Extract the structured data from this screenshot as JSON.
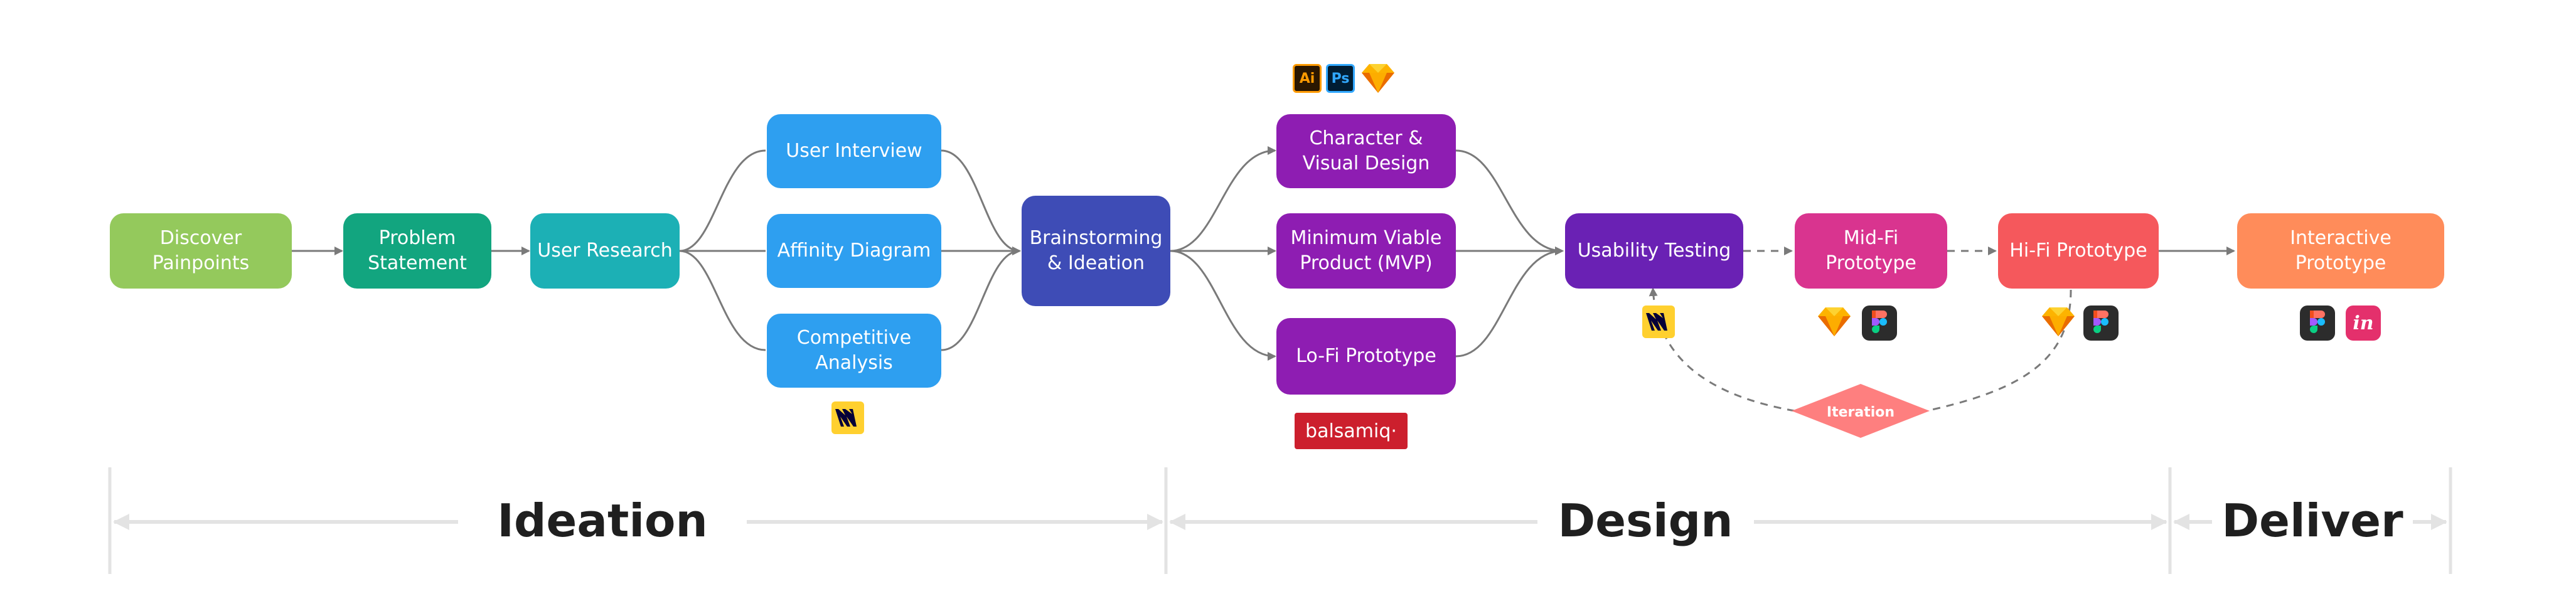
{
  "nodes": {
    "discover": {
      "label": "Discover\nPainpoints",
      "color": "#94c95c"
    },
    "problem": {
      "label": "Problem\nStatement",
      "color": "#12a57f"
    },
    "research": {
      "label": "User Research",
      "color": "#1cb0b5"
    },
    "interview": {
      "label": "User Interview",
      "color": "#2e9ff0"
    },
    "affinity": {
      "label": "Affinity Diagram",
      "color": "#2e9ff0"
    },
    "competitive": {
      "label": "Competitive\nAnalysis",
      "color": "#2e9ff0"
    },
    "brainstorm": {
      "label": "Brainstorming\n& Ideation",
      "color": "#3e4cb6"
    },
    "character": {
      "label": "Character &\nVisual Design",
      "color": "#8e1db2"
    },
    "mvp": {
      "label": "Minimum Viable\nProduct (MVP)",
      "color": "#8e1db2"
    },
    "lofi": {
      "label": "Lo-Fi Prototype",
      "color": "#8e1db2"
    },
    "usability": {
      "label": "Usability Testing",
      "color": "#6a21b4"
    },
    "midfi": {
      "label": "Mid-Fi\nPrototype",
      "color": "#d9348f"
    },
    "hifi": {
      "label": "Hi-Fi Prototype",
      "color": "#f5585c"
    },
    "interactive": {
      "label": "Interactive Prototype",
      "color": "#ff8c5a"
    }
  },
  "iteration": {
    "label": "Iteration",
    "color": "#fe7f7f"
  },
  "phases": {
    "ideation": "Ideation",
    "design": "Design",
    "deliver": "Deliver"
  },
  "tools": {
    "illustrator": {
      "icon": "adobe-illustrator-icon",
      "text": "Ai"
    },
    "photoshop": {
      "icon": "adobe-photoshop-icon",
      "text": "Ps"
    },
    "sketch": {
      "icon": "sketch-icon"
    },
    "miro": {
      "icon": "miro-icon"
    },
    "figma": {
      "icon": "figma-icon"
    },
    "invision": {
      "icon": "invision-icon",
      "text": "in"
    },
    "balsamiq": {
      "icon": "balsamiq-logo",
      "text": "balsamiq·"
    }
  },
  "colors": {
    "edge": "#7a7a7a",
    "phase_divider": "#e3e3e3"
  }
}
